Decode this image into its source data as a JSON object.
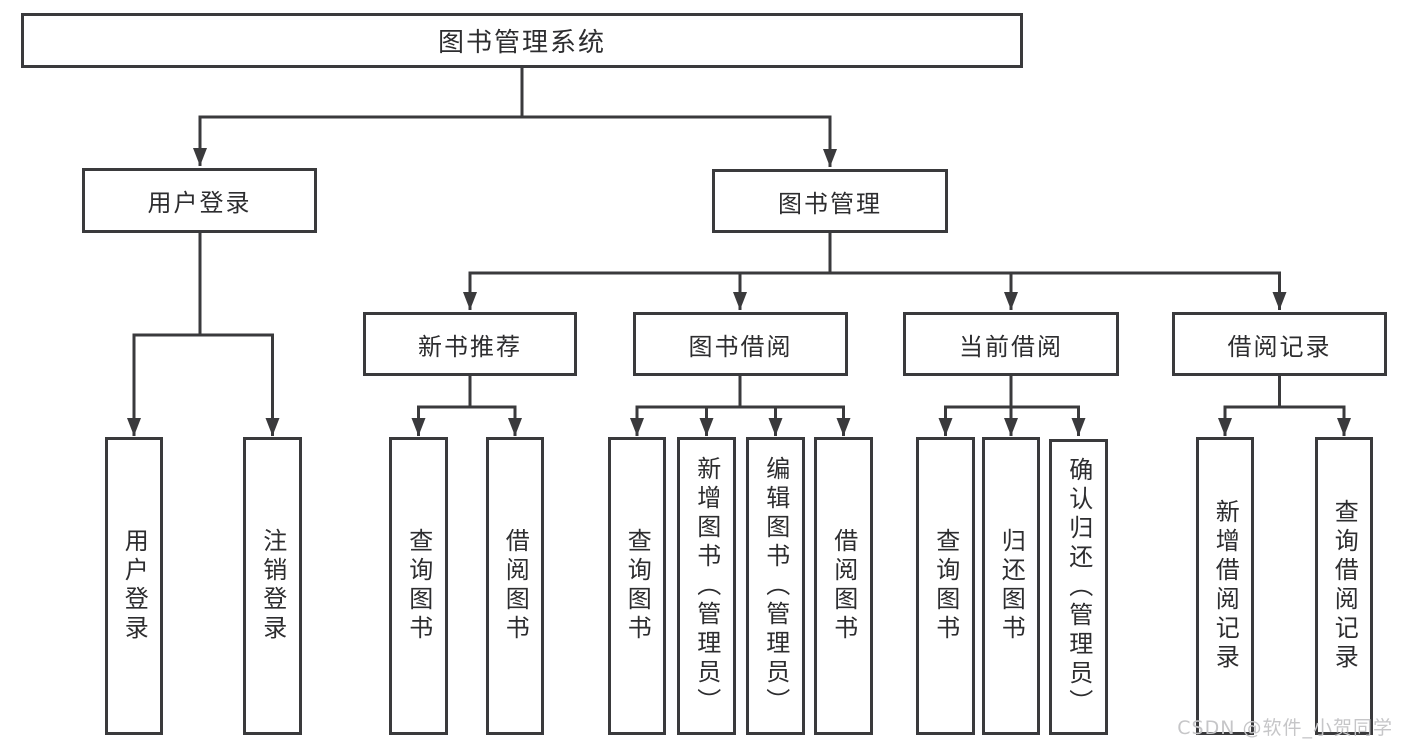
{
  "diagram": {
    "type": "hierarchy-tree",
    "orientation": "top-down",
    "tree": {
      "label": "图书管理系统",
      "children": [
        {
          "label": "用户登录",
          "children": [
            {
              "label": "用户登录"
            },
            {
              "label": "注销登录"
            }
          ]
        },
        {
          "label": "图书管理",
          "children": [
            {
              "label": "新书推荐",
              "children": [
                {
                  "label": "查询图书"
                },
                {
                  "label": "借阅图书"
                }
              ]
            },
            {
              "label": "图书借阅",
              "children": [
                {
                  "label": "查询图书"
                },
                {
                  "label": "新增图书（管理员）"
                },
                {
                  "label": "编辑图书（管理员）"
                },
                {
                  "label": "借阅图书"
                }
              ]
            },
            {
              "label": "当前借阅",
              "children": [
                {
                  "label": "查询图书"
                },
                {
                  "label": "归还图书"
                },
                {
                  "label": "确认归还（管理员）"
                }
              ]
            },
            {
              "label": "借阅记录",
              "children": [
                {
                  "label": "新增借阅记录"
                },
                {
                  "label": "查询借阅记录"
                }
              ]
            }
          ]
        }
      ]
    }
  },
  "watermark": {
    "text": "CSDN @软件_小贺同学"
  },
  "colors": {
    "background": "#ffffff",
    "line": "#3a3a3c",
    "box_border": "#3a3a3c",
    "text": "#2d2d2f",
    "watermark": "#c6c6c8"
  }
}
